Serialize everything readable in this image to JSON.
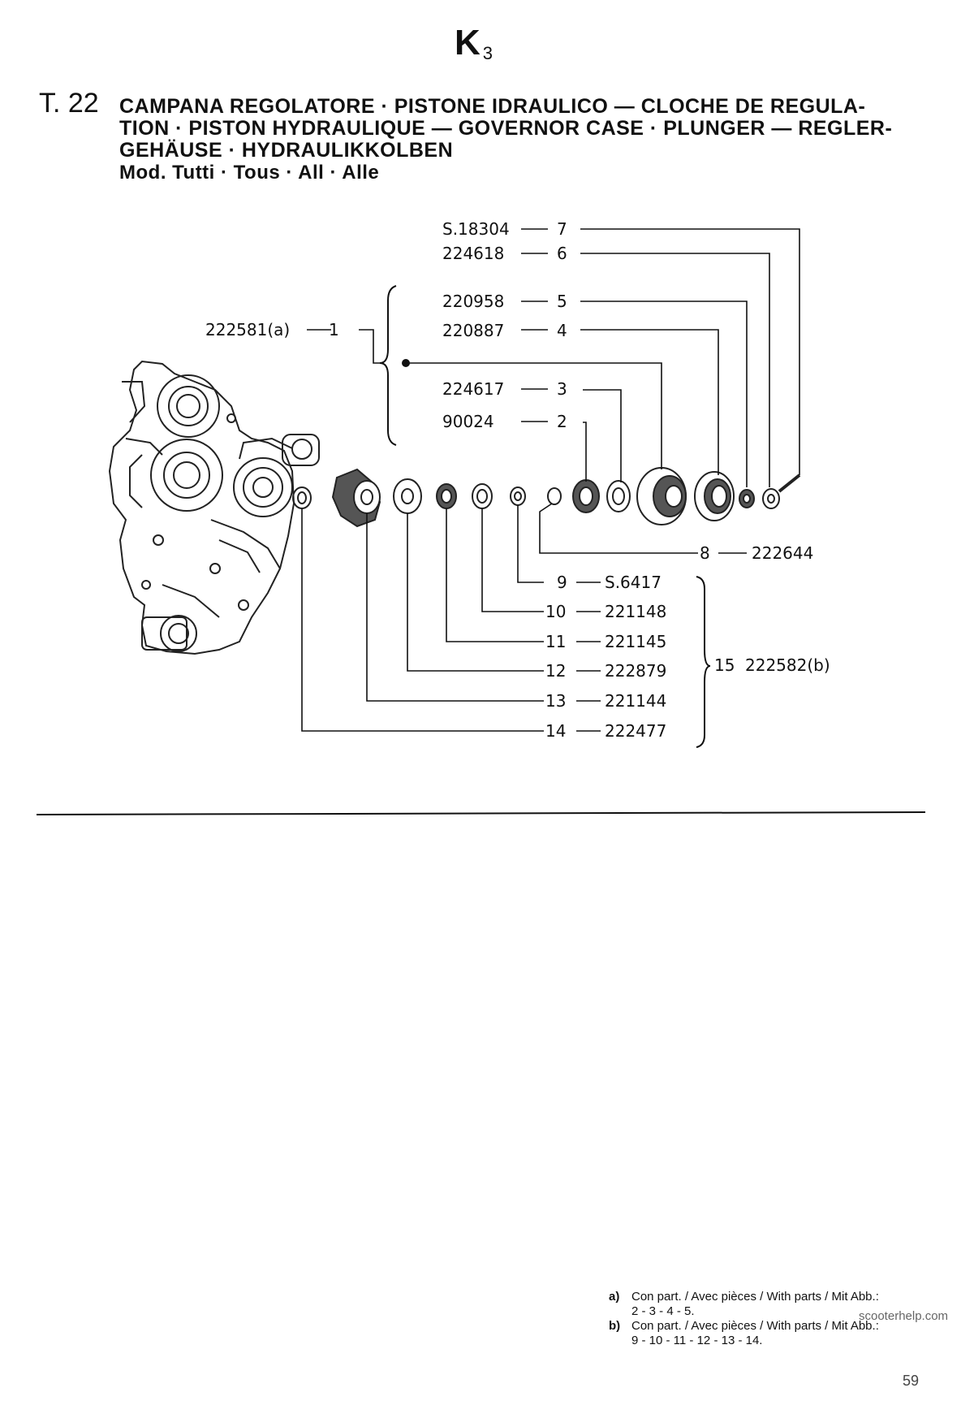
{
  "header": {
    "section_code": "K",
    "section_sub": "3",
    "table_number": "T. 22",
    "title_lines": [
      "CAMPANA REGOLATORE · PISTONE IDRAULICO — CLOCHE DE REGULA-",
      "TION · PISTON HYDRAULIQUE — GOVERNOR CASE · PLUNGER — REGLER-",
      "GEHÄUSE · HYDRAULIKKOLBEN"
    ],
    "models": "Mod. Tutti · Tous · All · Alle"
  },
  "parts": [
    {
      "num": "7",
      "code": "S.18304"
    },
    {
      "num": "6",
      "code": "224618"
    },
    {
      "num": "5",
      "code": "220958"
    },
    {
      "num": "4",
      "code": "220887"
    },
    {
      "num": "3",
      "code": "224617"
    },
    {
      "num": "2",
      "code": "90024"
    },
    {
      "num": "1",
      "code": "222581(a)"
    },
    {
      "num": "8",
      "code": "222644"
    },
    {
      "num": "9",
      "code": "S.6417"
    },
    {
      "num": "10",
      "code": "221148"
    },
    {
      "num": "11",
      "code": "221145"
    },
    {
      "num": "12",
      "code": "222879"
    },
    {
      "num": "13",
      "code": "221144"
    },
    {
      "num": "14",
      "code": "222477"
    },
    {
      "num": "15",
      "code": "222582(b)"
    }
  ],
  "footnotes": [
    {
      "letter": "a)",
      "text": "Con part. / Avec pièces / With parts / Mit Abb.:",
      "parts": "2 - 3 - 4 - 5."
    },
    {
      "letter": "b)",
      "text": "Con part. / Avec pièces / With parts / Mit Abb.:",
      "parts": "9 - 10 - 11 - 12 - 13 - 14."
    }
  ],
  "watermark": "scooterhelp.com",
  "page_number": "59"
}
